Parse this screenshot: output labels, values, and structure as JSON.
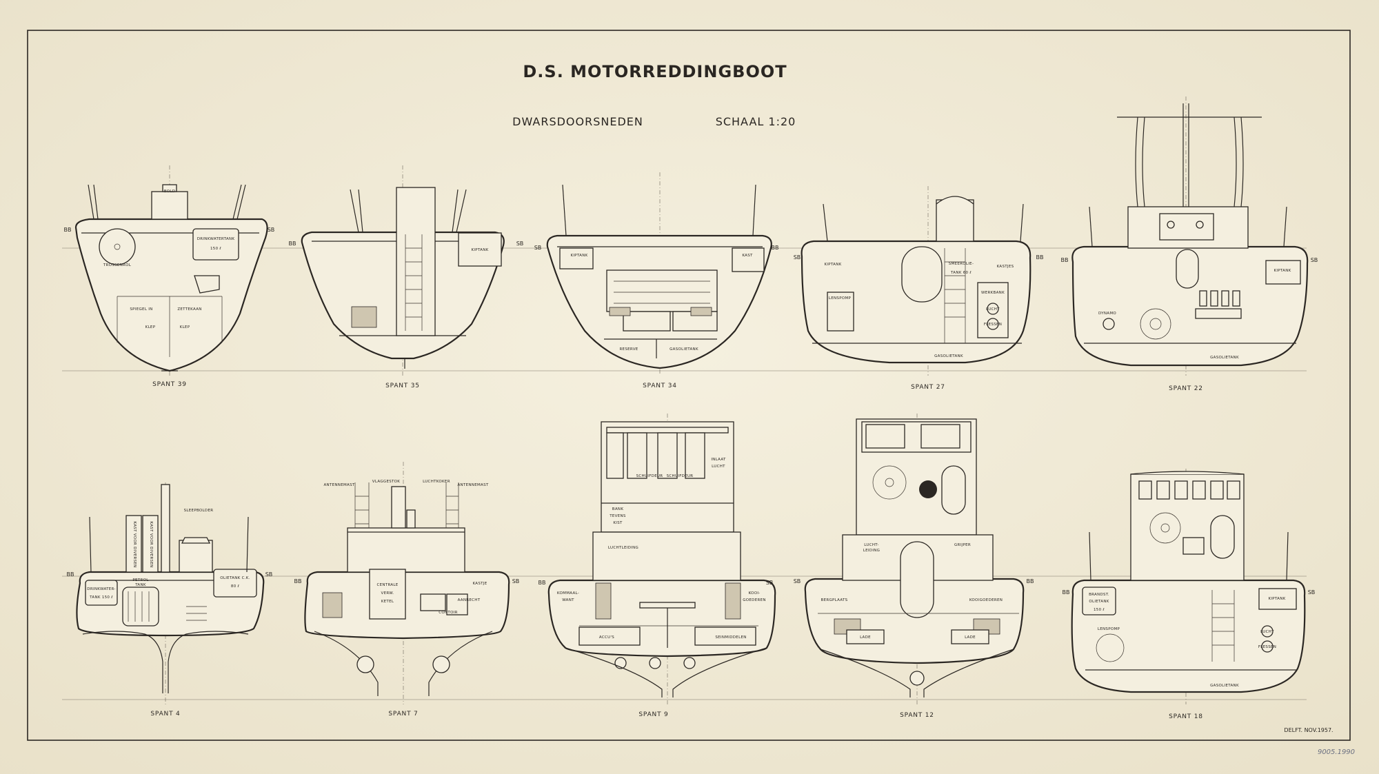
{
  "title": "D.S. MOTORREDDINGBOOT",
  "subtitle": "DWARSDOORSNEDEN",
  "scale": "SCHAAL 1:20",
  "footer_note": "DELFT. NOV.1957.",
  "pencil_note": "9005.1990",
  "side_labels": {
    "port": "BB",
    "starboard": "SB"
  },
  "sections": [
    {
      "caption": "SPANT 39",
      "labels": [
        "TROSSENROL",
        "DRINKWATERTANK",
        "150 ℓ",
        "SPIEGEL IN",
        "ZETTEKAAN",
        "KLEP",
        "KLEP",
        "BOLD"
      ]
    },
    {
      "caption": "SPANT 35",
      "labels": [
        "KIPTANK"
      ]
    },
    {
      "caption": "SPANT 34",
      "labels": [
        "KIPTANK",
        "KAST",
        "RESERVE",
        "GASOLIETANK"
      ]
    },
    {
      "caption": "SPANT 27",
      "labels": [
        "KIPTANK",
        "SMEEROLIE-",
        "TANK 60 ℓ",
        "KASTJES",
        "WERKBANK",
        "LENSPOMP",
        "GASOLIETANK",
        "LUCHT",
        "FLESSEN"
      ]
    },
    {
      "caption": "SPANT 22",
      "labels": [
        "KIPTANK",
        "DYNAMO",
        "GASOLIETANK"
      ]
    },
    {
      "caption": "SPANT 4",
      "labels": [
        "SLEEPBOLDER",
        "DRINKWATER-",
        "TANK 150 ℓ",
        "PETROL",
        "TANK",
        "OLIETANK C.K.",
        "80 ℓ",
        "KAST VOOR DIVERSEN",
        "KAST VOOR DIVERSEN"
      ]
    },
    {
      "caption": "SPANT 7",
      "labels": [
        "ANTENNEMAST",
        "VLAGGESTOK",
        "LUCHTKOKER",
        "ANTENNEMAST",
        "CENTRALE",
        "VERW.",
        "KETEL",
        "KASTJE",
        "AANRECHT",
        "CONTOIR"
      ]
    },
    {
      "caption": "SPANT 9",
      "labels": [
        "SCHUIFDEUR",
        "SCHUIFDEUR",
        "INLAAT",
        "LUCHT",
        "BANK",
        "TEVENS",
        "KIST",
        "LUCHTLEIDING",
        "KOMMAAL-",
        "WANT",
        "KOOI-",
        "GOEDEREN",
        "ACCU'S",
        "SEINMIDDELEN"
      ]
    },
    {
      "caption": "SPANT 12",
      "labels": [
        "LUCHT-",
        "LEIDING",
        "GRIJPER",
        "BERGPLAATS",
        "KOOIGOEDEREN",
        "LADE",
        "LADE"
      ]
    },
    {
      "caption": "SPANT 18",
      "labels": [
        "BRANDST.",
        "OLIETANK",
        "150 ℓ",
        "KIPTANK",
        "LENSPOMP",
        "LUCHT",
        "FLESSEN",
        "GASOLIETANK"
      ]
    }
  ]
}
